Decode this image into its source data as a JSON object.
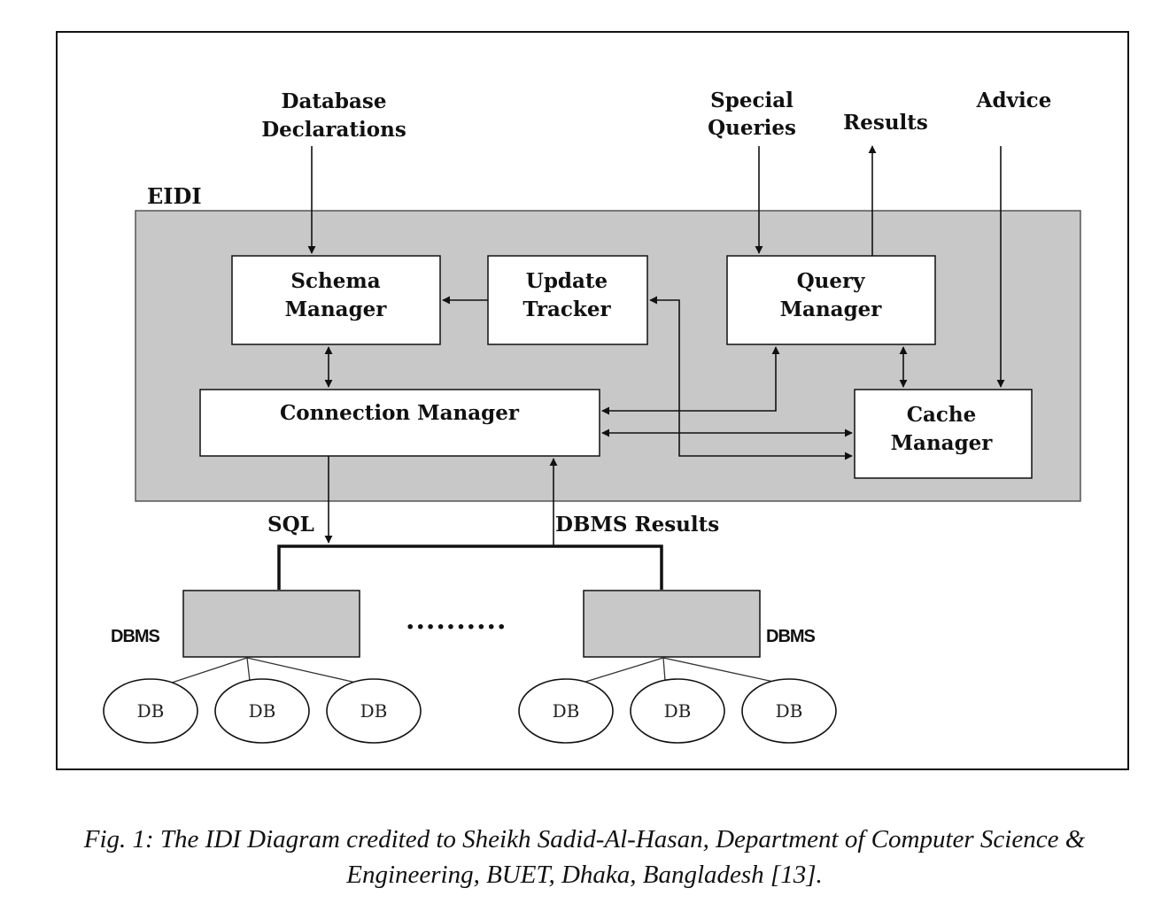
{
  "diagram": {
    "inputs": {
      "database_declarations": [
        "Database",
        "Declarations"
      ],
      "special_queries": [
        "Special",
        "Queries"
      ],
      "results": "Results",
      "advice": "Advice"
    },
    "eidi_label": "EIDI",
    "boxes": {
      "schema_manager": [
        "Schema",
        "Manager"
      ],
      "update_tracker": [
        "Update",
        "Tracker"
      ],
      "query_manager": [
        "Query",
        "Manager"
      ],
      "connection_manager": "Connection Manager",
      "cache_manager": [
        "Cache",
        "Manager"
      ]
    },
    "sql_label": "SQL",
    "dbms_results_label": "DBMS Results",
    "dbms_label": "DBMS",
    "db_label": "DB",
    "ellipsis": "··········"
  },
  "caption": {
    "line1": "Fig. 1: The IDI Diagram credited to Sheikh Sadid-Al-Hasan, Department of Computer Science &",
    "line2": "Engineering, BUET, Dhaka, Bangladesh [13]."
  }
}
